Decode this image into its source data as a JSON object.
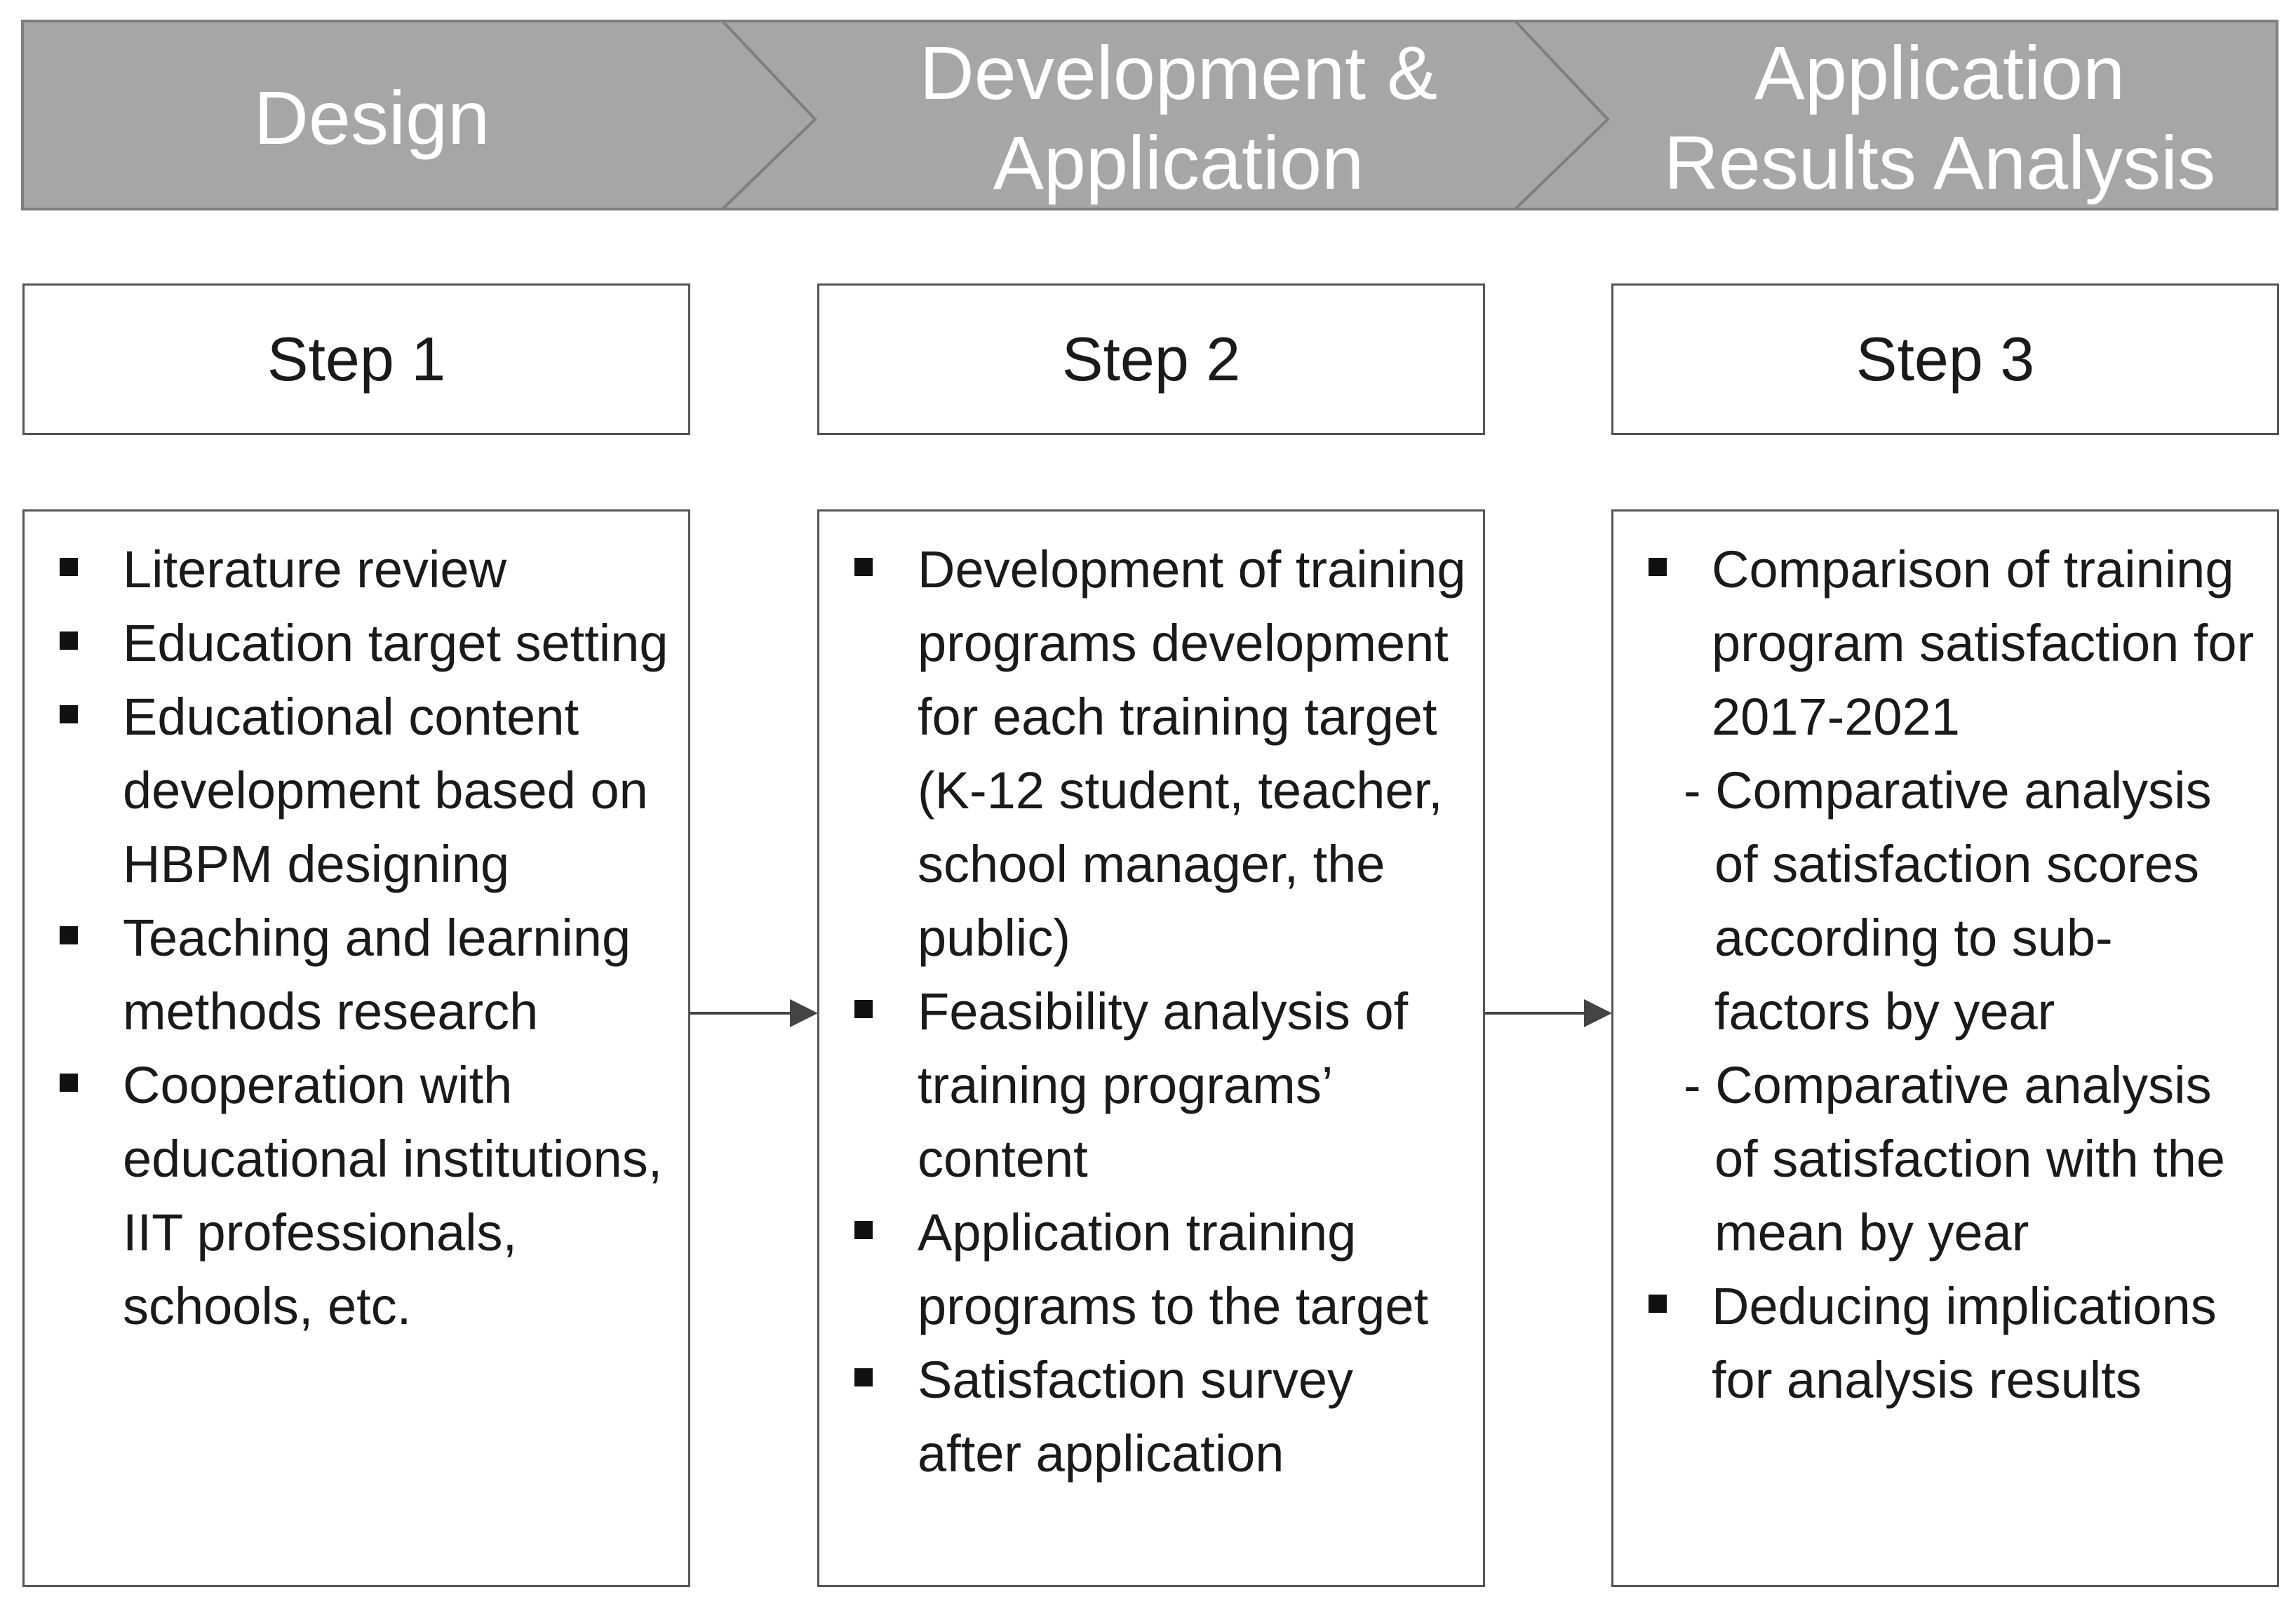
{
  "phases": [
    {
      "label": "Design"
    },
    {
      "label": "Development &\nApplication"
    },
    {
      "label": "Application\nResults Analysis"
    }
  ],
  "steps": [
    {
      "title": "Step 1",
      "items": [
        {
          "text": "Literature review"
        },
        {
          "text": "Education target setting"
        },
        {
          "text": "Educational content development based on HBPM designing"
        },
        {
          "text": "Teaching and learning methods research"
        },
        {
          "text": "Cooperation with educational institutions, IIT professionals, schools, etc."
        }
      ]
    },
    {
      "title": "Step 2",
      "items": [
        {
          "text": "Development of training programs development for each training target (K-12 student, teacher, school manager, the public)"
        },
        {
          "text": "Feasibility analysis of training programs’ content"
        },
        {
          "text": "Application training programs to the target"
        },
        {
          "text": "Satisfaction survey after application"
        }
      ]
    },
    {
      "title": "Step 3",
      "items": [
        {
          "text": "Comparison of training program satisfaction for 2017-2021",
          "sub": [
            "- Comparative analysis of satisfaction scores according to sub-factors by year",
            "- Comparative analysis of satisfaction with the mean by year"
          ]
        },
        {
          "text": "Deducing implications for analysis results"
        }
      ]
    }
  ],
  "colors": {
    "banner_fill": "#a6a6a6",
    "banner_stroke": "#7f7f7f",
    "box_border": "#555555",
    "arrow": "#444444"
  }
}
